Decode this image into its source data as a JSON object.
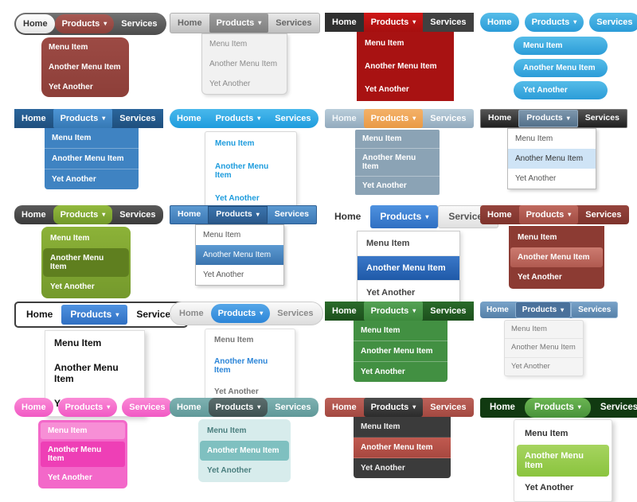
{
  "page": {
    "background": "#ffffff"
  },
  "labels": {
    "home": "Home",
    "products": "Products",
    "caret": "▾",
    "services": "Services",
    "items": [
      "Menu Item",
      "Another Menu Item",
      "Yet Another"
    ]
  },
  "defaults": {
    "nav-bg": "transparent",
    "nav-color": "#ffffff",
    "nav-radius": "0px",
    "nav-border": "none",
    "nav-pad": "0px",
    "nav-gap": "0px",
    "nav-weight": "bold",
    "btn-pad": "6px 9px",
    "font-size": "11px",
    "home-bg": "transparent",
    "home-color": "inherit",
    "home-radius": "0px",
    "home-border": "none",
    "prod-bg": "transparent",
    "prod-color": "inherit",
    "prod-radius": "0px",
    "prod-border": "none",
    "serv-bg": "transparent",
    "serv-color": "inherit",
    "serv-radius": "0px",
    "serv-border": "none",
    "drop-left": "36px",
    "drop-top": "2px",
    "drop-width": "112px",
    "drop-bg": "#ffffff",
    "drop-color": "#444444",
    "drop-border": "none",
    "drop-radius": "0px",
    "drop-shadow": "none",
    "drop-pad": "0px",
    "item-pad": "7px 9px",
    "item-size": "10px",
    "item-weight": "bold",
    "item-divider": "none",
    "item-radius": "0px",
    "item-gap": "0px",
    "item1-bg": "transparent",
    "item1-color": "inherit",
    "item2-bg": "transparent",
    "item2-color": "inherit",
    "item3-bg": "transparent",
    "item3-color": "inherit"
  },
  "menus": [
    {
      "name": "rounded-charcoal-maroon",
      "style": {
        "nav-bg": "linear-gradient(#737373,#4c4c4c)",
        "nav-radius": "16px",
        "nav-pad": "2px",
        "home-bg": "linear-gradient(#ffffff,#e6e6e6)",
        "home-color": "#333333",
        "home-radius": "13px",
        "prod-bg": "linear-gradient(#a85a54,#8d3f39)",
        "prod-color": "#ffffff",
        "prod-radius": "12px",
        "serv-color": "#ffffff",
        "drop-left": "34px",
        "drop-width": "110px",
        "drop-top": "3px",
        "drop-bg": "linear-gradient(#9c4a44,#8d3f39)",
        "drop-color": "#ffffff",
        "drop-radius": "10px"
      }
    },
    {
      "name": "silver-gradient",
      "style": {
        "nav-bg": "linear-gradient(#e9e9e9,#bfbfbf)",
        "nav-border": "1px solid #b0b0b0",
        "nav-radius": "3px",
        "nav-color": "#666666",
        "prod-bg": "linear-gradient(#9d9d9d,#7f7f7f)",
        "prod-color": "#ffffff",
        "prod-radius": "2px",
        "drop-bg": "#f1f1f1",
        "drop-color": "#8a8a8a",
        "drop-border": "1px solid #cfcfcf",
        "drop-radius": "0 0 6px 6px",
        "drop-shadow": "2px 2px 4px rgba(0,0,0,0.15)",
        "drop-left": "40px",
        "drop-width": "108px",
        "drop-top": "0px",
        "item-weight": "normal"
      }
    },
    {
      "name": "black-red",
      "style": {
        "nav-bg": "#2f2f2f",
        "prod-bg": "linear-gradient(#cf1616,#a60f0f)",
        "prod-color": "#ffffff",
        "serv-bg": "#404040",
        "serv-color": "#ffffff",
        "drop-bg": "#a81212",
        "drop-color": "#ffffff",
        "drop-left": "40px",
        "drop-width": "122px",
        "drop-top": "0px",
        "item-pad": "9px 10px"
      }
    },
    {
      "name": "sky-blue-pills",
      "style": {
        "nav-gap": "7px",
        "home-bg": "linear-gradient(#55bce8,#2b9cd8)",
        "home-color": "#ffffff",
        "home-radius": "14px",
        "prod-bg": "linear-gradient(#55bce8,#2b9cd8)",
        "prod-color": "#ffffff",
        "prod-radius": "14px",
        "serv-bg": "linear-gradient(#55bce8,#2b9cd8)",
        "serv-color": "#ffffff",
        "serv-radius": "14px",
        "drop-bg": "transparent",
        "drop-left": "42px",
        "drop-width": "118px",
        "drop-top": "6px",
        "item1-bg": "linear-gradient(#55bce8,#2b9cd8)",
        "item1-color": "#ffffff",
        "item2-bg": "linear-gradient(#55bce8,#2b9cd8)",
        "item2-color": "#ffffff",
        "item3-bg": "linear-gradient(#55bce8,#2b9cd8)",
        "item3-color": "#ffffff",
        "item-radius": "13px",
        "item-gap": "5px",
        "item-pad": "6px 12px"
      }
    },
    {
      "name": "navy-blue",
      "style": {
        "nav-bg": "linear-gradient(#2a659c,#1f4f7d)",
        "prod-bg": "linear-gradient(#4e95d5,#3679b5)",
        "prod-color": "#ffffff",
        "prod-radius": "2px",
        "drop-bg": "#3f83c2",
        "drop-color": "#ffffff",
        "drop-left": "38px",
        "drop-width": "118px",
        "drop-top": "0px",
        "item-divider": "1px solid rgba(255,255,255,0.3)",
        "drop-radius": "0 0 4px 4px"
      }
    },
    {
      "name": "sky-pill-white-drop",
      "style": {
        "nav-bg": "linear-gradient(#49b8ec,#1e9cdd)",
        "nav-radius": "15px",
        "drop-bg": "#ffffff",
        "drop-border": "1px solid #d8d8d8",
        "drop-shadow": "2px 2px 5px rgba(0,0,0,0.12)",
        "drop-color": "#1e9cdd",
        "drop-left": "44px",
        "drop-width": "116px",
        "drop-top": "4px",
        "drop-radius": "3px",
        "item-pad": "9px 12px"
      }
    },
    {
      "name": "steel-orange",
      "style": {
        "nav-bg": "linear-gradient(#b9cdda,#92aabd)",
        "nav-radius": "3px",
        "home-color": "#f2f6f9",
        "prod-bg": "linear-gradient(#f4b269,#e99a45)",
        "prod-color": "#ffffff",
        "prod-radius": "3px",
        "drop-bg": "#8ba3b5",
        "drop-color": "#ffffff",
        "drop-left": "38px",
        "drop-width": "106px",
        "drop-top": "2px",
        "drop-radius": "2px",
        "item-divider": "1px solid rgba(255,255,255,0.35)",
        "item-pad": "6px 9px"
      }
    },
    {
      "name": "classic-dark-xp",
      "style": {
        "nav-bg": "linear-gradient(#555555,#1f1f1f)",
        "nav-border": "1px solid #777777",
        "nav-radius": "2px",
        "font-size": "10.5px",
        "btn-pad": "4px 9px",
        "prod-bg": "linear-gradient(#7d97ad,#53708a)",
        "prod-border": "1px solid #93a9bd",
        "prod-color": "#ffffff",
        "prod-radius": "2px",
        "drop-bg": "#ffffff",
        "drop-border": "1px solid #bbbbbb",
        "drop-color": "#555555",
        "drop-left": "34px",
        "drop-width": "112px",
        "drop-top": "0px",
        "item-pad": "7px 9px",
        "item-weight": "normal",
        "item2-bg": "#cfe4f6",
        "item2-color": "#333333",
        "drop-shadow": "2px 2px 4px rgba(0,0,0,0.2)"
      }
    },
    {
      "name": "charcoal-olive",
      "style": {
        "nav-bg": "linear-gradient(#5a5a5a,#3a3a3a)",
        "nav-radius": "10px",
        "prod-bg": "linear-gradient(#93ba3e,#71982a)",
        "prod-color": "#ffffff",
        "prod-radius": "8px",
        "drop-bg": "linear-gradient(#8cb238,#74992c)",
        "drop-color": "#ffffff",
        "drop-radius": "8px",
        "drop-left": "34px",
        "drop-width": "112px",
        "drop-top": "3px",
        "drop-pad": "2px",
        "item2-bg": "#5f7f1f",
        "item2-color": "#ffffff",
        "item-radius": "5px"
      }
    },
    {
      "name": "classic-blue-xp",
      "style": {
        "nav-bg": "linear-gradient(#5c9ad2,#3c78b4)",
        "nav-border": "1px solid #2e5f93",
        "nav-radius": "2px",
        "font-size": "10.5px",
        "btn-pad": "4px 9px",
        "prod-bg": "linear-gradient(#3a74ae,#2c5a8c)",
        "prod-border": "1px solid #24507e",
        "prod-color": "#ffffff",
        "drop-bg": "#ffffff",
        "drop-border": "1px solid #bbbbbb",
        "drop-color": "#555555",
        "drop-left": "32px",
        "drop-width": "112px",
        "drop-top": "0px",
        "item-pad": "7px 9px",
        "item-weight": "normal",
        "item2-bg": "linear-gradient(#5c9ad2,#3a74ae)",
        "item2-color": "#ffffff",
        "drop-shadow": "2px 2px 4px rgba(0,0,0,0.2)"
      }
    },
    {
      "name": "plain-blue-buttons",
      "style": {
        "nav-color": "#333333",
        "font-size": "12px",
        "btn-pad": "7px 12px",
        "prod-bg": "linear-gradient(#4f92e0,#2f6fc2)",
        "prod-color": "#ffffff",
        "prod-radius": "3px",
        "serv-bg": "linear-gradient(#fafafa,#e0e0e0)",
        "serv-color": "#555555",
        "serv-border": "1px solid #cccccc",
        "serv-radius": "3px",
        "drop-bg": "#ffffff",
        "drop-border": "1px solid #cccccc",
        "drop-color": "#444444",
        "drop-left": "40px",
        "drop-width": "130px",
        "drop-top": "3px",
        "item-pad": "9px 11px",
        "item-size": "11px",
        "item-divider": "1px solid #e8e8e8",
        "item2-bg": "linear-gradient(#3a78c8,#1f5aa8)",
        "item2-color": "#ffffff",
        "drop-shadow": "2px 2px 5px rgba(0,0,0,0.15)"
      }
    },
    {
      "name": "maroon-rounded",
      "style": {
        "nav-bg": "linear-gradient(#96443c,#7e332c)",
        "nav-radius": "4px",
        "prod-bg": "linear-gradient(#c06a5f,#a04b42)",
        "prod-color": "#ffffff",
        "prod-radius": "3px",
        "drop-bg": "#8c3b33",
        "drop-color": "#ffffff",
        "drop-left": "36px",
        "drop-width": "120px",
        "drop-top": "2px",
        "drop-radius": "0 0 5px 5px",
        "drop-pad": "2px",
        "item2-bg": "linear-gradient(#cc7b70,#b05a50)",
        "item2-color": "#ffffff",
        "item-radius": "3px"
      }
    },
    {
      "name": "outlined-black-white",
      "style": {
        "nav-bg": "#ffffff",
        "nav-border": "2px solid #3d3d3d",
        "nav-radius": "5px",
        "nav-pad": "2px",
        "nav-color": "#111111",
        "font-size": "12px",
        "btn-pad": "6px 11px",
        "prod-bg": "linear-gradient(#4f92e0,#2f6fc2)",
        "prod-color": "#ffffff",
        "prod-radius": "3px",
        "drop-bg": "#ffffff",
        "drop-border": "1px solid #dddddd",
        "drop-shadow": "3px 3px 6px rgba(0,0,0,0.18)",
        "drop-color": "#111111",
        "drop-left": "38px",
        "drop-width": "126px",
        "drop-top": "3px",
        "item-pad": "9px 11px",
        "item-size": "12px"
      }
    },
    {
      "name": "silver-pill-blue",
      "style": {
        "nav-bg": "linear-gradient(#fbfbfb,#dcdcdc)",
        "nav-border": "1px solid #cccccc",
        "nav-radius": "16px",
        "nav-pad": "2px",
        "nav-color": "#8a8a8a",
        "prod-bg": "linear-gradient(#56a7e8,#2b85d8)",
        "prod-color": "#ffffff",
        "prod-radius": "13px",
        "drop-bg": "#ffffff",
        "drop-border": "1px solid #e0e0e0",
        "drop-shadow": "2px 2px 5px rgba(0,0,0,0.12)",
        "drop-color": "#777777",
        "drop-left": "44px",
        "drop-width": "114px",
        "drop-top": "4px",
        "drop-radius": "3px",
        "item2-color": "#2b85d8",
        "item-pad": "8px 11px"
      }
    },
    {
      "name": "forest-green",
      "style": {
        "nav-bg": "linear-gradient(#2a6b2a,#1c4f1c)",
        "prod-bg": "linear-gradient(#55a255,#3c8a3c)",
        "prod-color": "#ffffff",
        "prod-radius": "2px",
        "drop-bg": "#429042",
        "drop-color": "#ffffff",
        "drop-left": "36px",
        "drop-width": "118px",
        "drop-top": "0px",
        "item-divider": "1px solid rgba(255,255,255,0.3)",
        "drop-radius": "0 0 4px 4px"
      }
    },
    {
      "name": "steel-blue-compact",
      "style": {
        "nav-bg": "linear-gradient(#79a3c9,#5580a8)",
        "nav-radius": "4px",
        "font-size": "10px",
        "btn-pad": "4px 8px",
        "prod-bg": "#4a719b",
        "prod-border": "1px solid #8fb2d2",
        "prod-color": "#ffffff",
        "prod-radius": "3px",
        "serv-border": "1px solid #8fb2d2",
        "serv-radius": "3px",
        "drop-bg": "#f4f4f4",
        "drop-border": "1px solid #dddddd",
        "drop-color": "#777777",
        "drop-left": "30px",
        "drop-width": "100px",
        "drop-top": "2px",
        "drop-radius": "3px",
        "item-size": "9.5px",
        "item-pad": "6px 8px",
        "item-weight": "normal",
        "item-divider": "1px solid #e4e4e4",
        "drop-shadow": "2px 2px 4px rgba(0,0,0,0.12)"
      }
    },
    {
      "name": "pink-pills",
      "style": {
        "nav-gap": "6px",
        "home-bg": "linear-gradient(#fa8ad6,#f159c4)",
        "home-color": "#ffffff",
        "home-radius": "13px",
        "prod-bg": "linear-gradient(#fa8ad6,#f159c4)",
        "prod-color": "#ffffff",
        "prod-radius": "13px",
        "serv-bg": "linear-gradient(#fa8ad6,#f159c4)",
        "serv-color": "#ffffff",
        "serv-radius": "13px",
        "drop-bg": "#f368c9",
        "drop-color": "#ffffff",
        "drop-left": "30px",
        "drop-width": "112px",
        "drop-top": "4px",
        "drop-radius": "6px",
        "drop-pad": "3px",
        "item1-bg": "#f78fd6",
        "item2-bg": "#ee3fb6",
        "item-radius": "3px",
        "item-gap": "3px",
        "item-pad": "5px 9px"
      }
    },
    {
      "name": "teal-slate",
      "style": {
        "nav-bg": "linear-gradient(#7fb2b2,#5f9898)",
        "nav-radius": "10px",
        "prod-bg": "linear-gradient(#5c6e6e,#3e5151)",
        "prod-color": "#ffffff",
        "prod-radius": "8px",
        "drop-bg": "#d7ecec",
        "drop-color": "#4a7e7e",
        "drop-left": "36px",
        "drop-width": "116px",
        "drop-top": "3px",
        "drop-radius": "6px",
        "drop-pad": "2px",
        "item2-bg": "#7fc0c0",
        "item2-color": "#ffffff",
        "item-radius": "4px"
      }
    },
    {
      "name": "brick-charcoal",
      "style": {
        "nav-bg": "linear-gradient(#bc625a,#a34840)",
        "nav-radius": "4px",
        "prod-bg": "linear-gradient(#4c4c4c,#2c2c2c)",
        "prod-color": "#ffffff",
        "prod-radius": "3px",
        "drop-bg": "#3b3b3b",
        "drop-color": "#f0f0f0",
        "drop-left": "36px",
        "drop-width": "122px",
        "drop-top": "0px",
        "drop-radius": "0 0 4px 4px",
        "item2-bg": "linear-gradient(#c05a50,#a84840)",
        "item2-color": "#ffffff",
        "item-divider": "1px solid rgba(255,255,255,0.12)"
      }
    },
    {
      "name": "darkgreen-lime",
      "style": {
        "nav-bg": "#113a11",
        "nav-radius": "3px",
        "btn-pad": "6px 12px",
        "font-size": "11.5px",
        "prod-bg": "linear-gradient(#6cb653,#47923a)",
        "prod-color": "#ffffff",
        "prod-radius": "12px",
        "drop-bg": "#ffffff",
        "drop-border": "1px solid #dddddd",
        "drop-shadow": "3px 3px 6px rgba(0,0,0,0.18)",
        "drop-color": "#333333",
        "drop-left": "42px",
        "drop-width": "124px",
        "drop-top": "2px",
        "drop-radius": "3px",
        "drop-pad": "3px",
        "item2-bg": "linear-gradient(#a6d45f,#8ac43e)",
        "item2-color": "#ffffff",
        "item-radius": "4px",
        "item-pad": "8px 10px",
        "item-size": "11px"
      }
    }
  ]
}
